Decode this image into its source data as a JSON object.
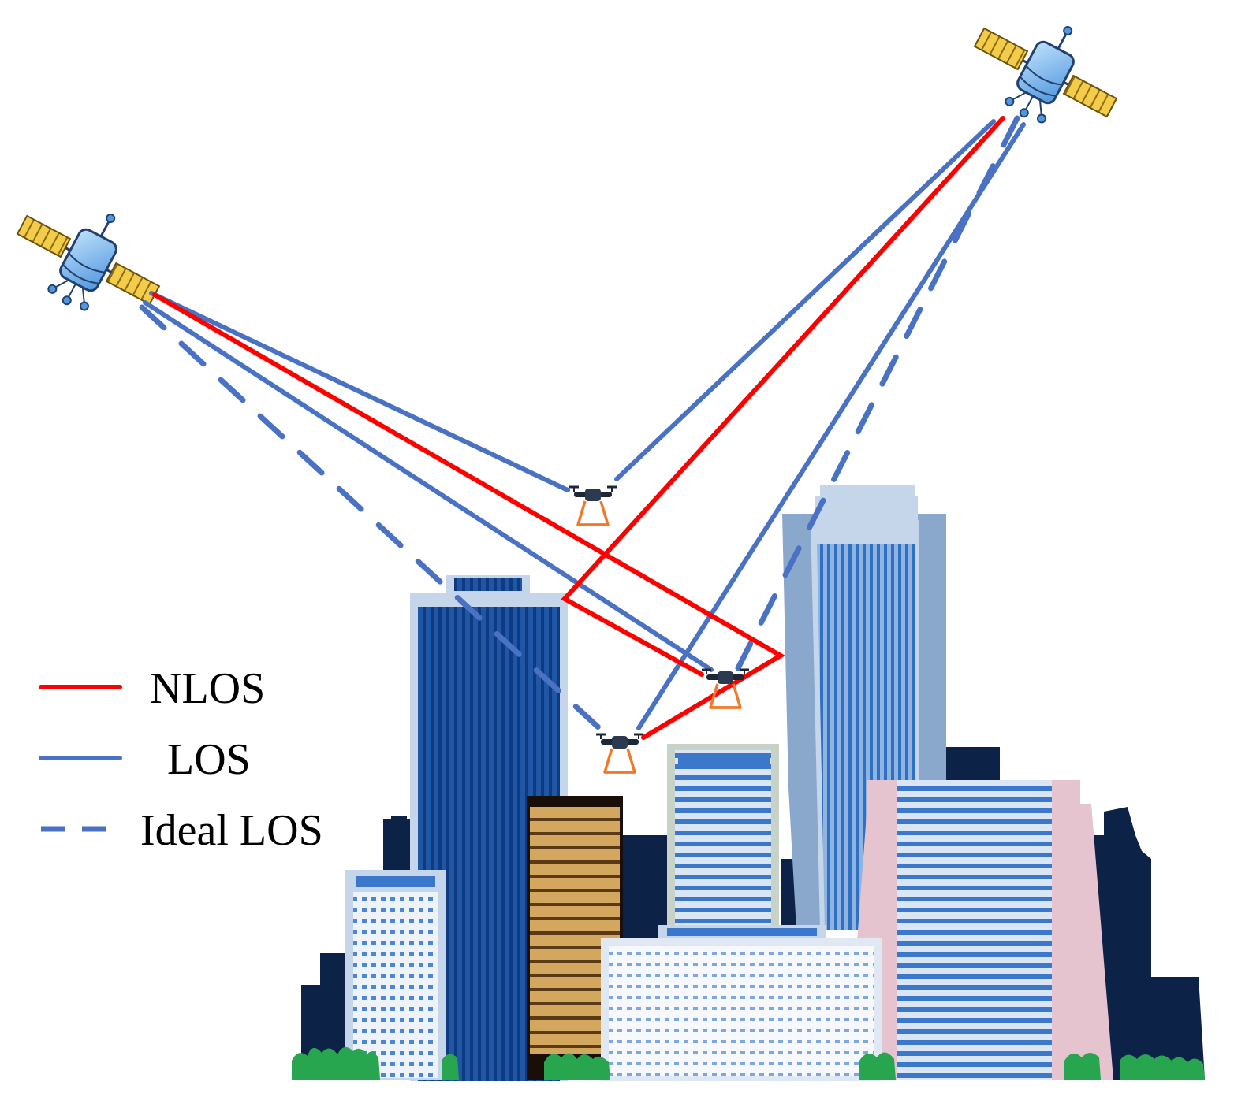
{
  "legend": {
    "items": [
      {
        "label": "NLOS",
        "style": "solid",
        "color": "#ff0000"
      },
      {
        "label": "LOS",
        "style": "solid",
        "color": "#4a72c4"
      },
      {
        "label": "Ideal LOS",
        "style": "dashed",
        "color": "#4a72c4"
      }
    ]
  },
  "colors": {
    "nlos": "#ff0000",
    "los": "#4a72c4",
    "building_navy": "#0c2347",
    "building_blue": "#1f56a5",
    "building_light": "#c5d6ea",
    "building_tan": "#d3a75e",
    "building_pink": "#e5c4cf",
    "trees": "#27a64f",
    "drone_cage": "#f07a2a"
  },
  "elements": {
    "satellites": [
      "satellite-icon",
      "satellite-icon"
    ],
    "drones": [
      "drone-icon",
      "drone-icon",
      "drone-icon"
    ],
    "city": "city-skyline"
  }
}
